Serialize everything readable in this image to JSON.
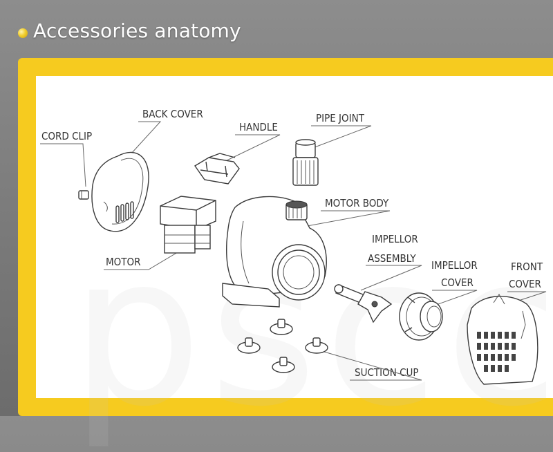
{
  "title": "Accessories anatomy",
  "watermark": "psccc",
  "colors": {
    "frame": "#f6cb1f",
    "background": "#808080",
    "panel": "#ffffff"
  },
  "labels": {
    "back_cover": "BACK COVER",
    "cord_clip": "CORD CLIP",
    "handle": "HANDLE",
    "pipe_joint": "PIPE JOINT",
    "motor_body": "MOTOR BODY",
    "motor": "MOTOR",
    "impellor_assembly_1": "IMPELLOR",
    "impellor_assembly_2": "ASSEMBLY",
    "impellor_cover_1": "IMPELLOR",
    "impellor_cover_2": "COVER",
    "front_cover_1": "FRONT",
    "front_cover_2": "COVER",
    "suction_cup": "SUCTION CUP"
  }
}
